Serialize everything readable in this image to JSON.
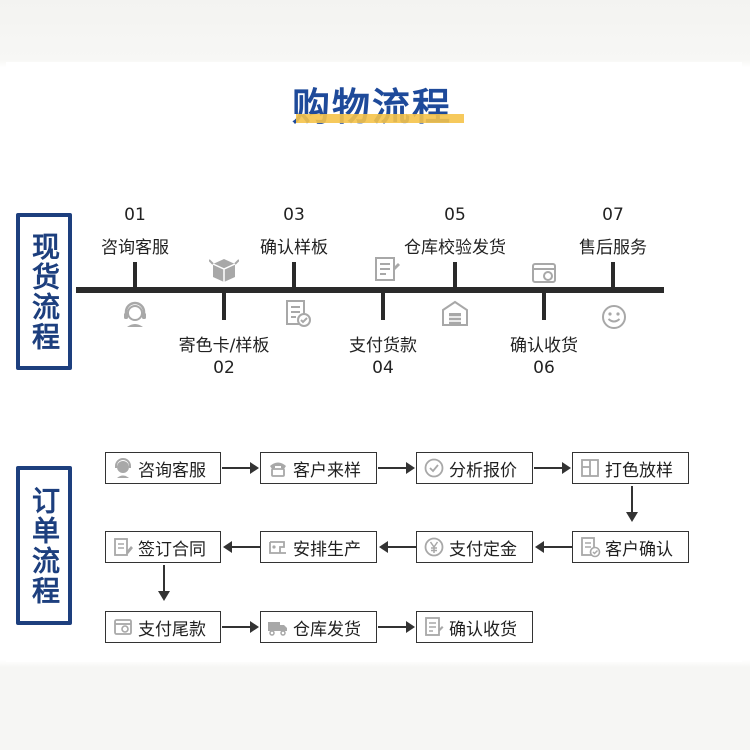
{
  "title": "购物流程",
  "colors": {
    "title": "#1e4a9a",
    "title_underline": "#f5c34a",
    "frame": "#1d3f7e",
    "line": "#2a2a2a",
    "icon": "#a8a8a8"
  },
  "sections": {
    "spot": {
      "label": "现货流程"
    },
    "order": {
      "label": "订单流程"
    }
  },
  "spot_steps": [
    {
      "num": "01",
      "label": "咨询客服",
      "icon": "headset-icon"
    },
    {
      "num": "02",
      "label": "寄色卡/样板",
      "icon": "box-icon"
    },
    {
      "num": "03",
      "label": "确认样板",
      "icon": "document-check-icon"
    },
    {
      "num": "04",
      "label": "支付货款",
      "icon": "notepad-icon"
    },
    {
      "num": "05",
      "label": "仓库校验发货",
      "icon": "warehouse-icon"
    },
    {
      "num": "06",
      "label": "确认收货",
      "icon": "receipt-icon"
    },
    {
      "num": "07",
      "label": "售后服务",
      "icon": "smiley-icon"
    }
  ],
  "order_steps": [
    {
      "label": "咨询客服",
      "icon": "headset-icon"
    },
    {
      "label": "客户来样",
      "icon": "phone-icon"
    },
    {
      "label": "分析报价",
      "icon": "check-circle-icon"
    },
    {
      "label": "打色放样",
      "icon": "palette-icon"
    },
    {
      "label": "客户确认",
      "icon": "document-check-icon"
    },
    {
      "label": "支付定金",
      "icon": "yen-icon"
    },
    {
      "label": "安排生产",
      "icon": "sewing-machine-icon"
    },
    {
      "label": "签订合同",
      "icon": "pen-document-icon"
    },
    {
      "label": "支付尾款",
      "icon": "receipt-icon"
    },
    {
      "label": "仓库发货",
      "icon": "truck-icon"
    },
    {
      "label": "确认收货",
      "icon": "notepad-icon"
    }
  ]
}
